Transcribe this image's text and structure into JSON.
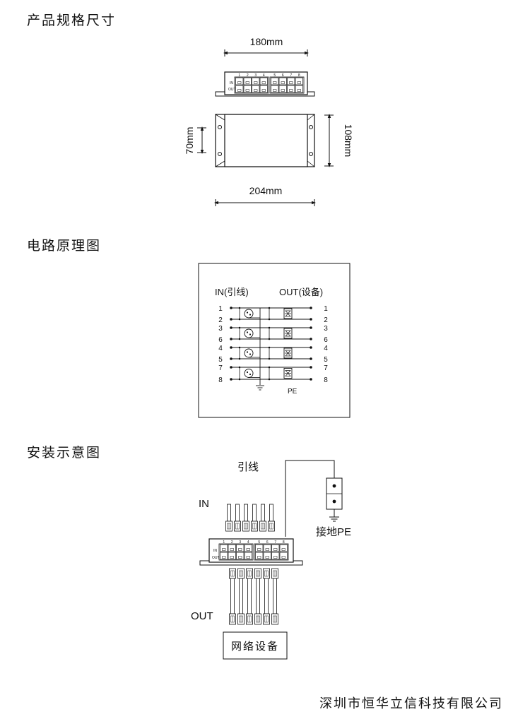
{
  "sections": {
    "dimensions": {
      "title": "产品规格尺寸",
      "width_top": "180mm",
      "height_inner": "70mm",
      "height_outer": "108mm",
      "width_bottom": "204mm",
      "port_numbers": [
        "1",
        "2",
        "3",
        "4",
        "5",
        "6",
        "7",
        "8"
      ],
      "in_label": "IN",
      "out_label": "OUT"
    },
    "circuit": {
      "title": "电路原理图",
      "in_header": "IN(引线)",
      "out_header": "OUT(设备)",
      "left_pins": [
        "1",
        "2",
        "3",
        "6",
        "4",
        "5",
        "7",
        "8"
      ],
      "right_pins": [
        "1",
        "2",
        "3",
        "6",
        "4",
        "5",
        "7",
        "8"
      ],
      "pe_label": "PE"
    },
    "install": {
      "title": "安装示意图",
      "lead_label": "引线",
      "in_label": "IN",
      "ground_label": "接地PE",
      "out_label": "OUT",
      "device_label": "网络设备"
    }
  },
  "footer": {
    "company": "深圳市恒华立信科技有限公司"
  }
}
